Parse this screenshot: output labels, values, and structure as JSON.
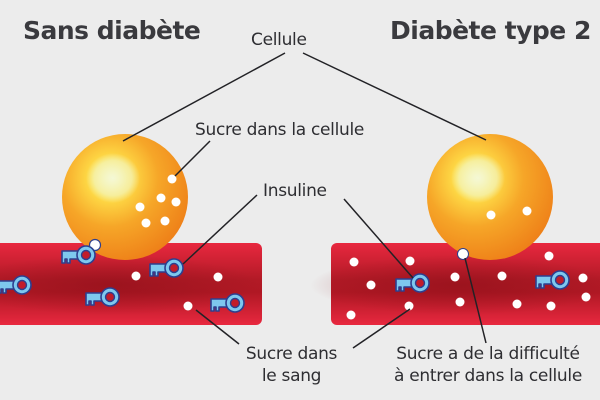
{
  "titles": {
    "left": "Sans diabète",
    "right": "Diabète type 2"
  },
  "labels": {
    "cell": "Cellule",
    "sugar_in_cell": "Sucre dans la cellule",
    "insulin": "Insuline",
    "sugar_in_blood_line1": "Sucre dans",
    "sugar_in_blood_line2": "le sang",
    "difficulty_line1": "Sucre a de la difficulté",
    "difficulty_line2": "à entrer dans la cellule"
  },
  "colors": {
    "background": "#ececec",
    "vessel": "#e8283f",
    "vessel_dark": "#a8141f",
    "cell_light": "#ffe14a",
    "cell_dark": "#f08a1c",
    "key_fill": "#7ec8ee",
    "key_stroke": "#2d3f8f",
    "text": "#2e2e32"
  },
  "icons": {
    "insulin": "key-icon",
    "sugar": "dot",
    "cell": "sphere"
  }
}
